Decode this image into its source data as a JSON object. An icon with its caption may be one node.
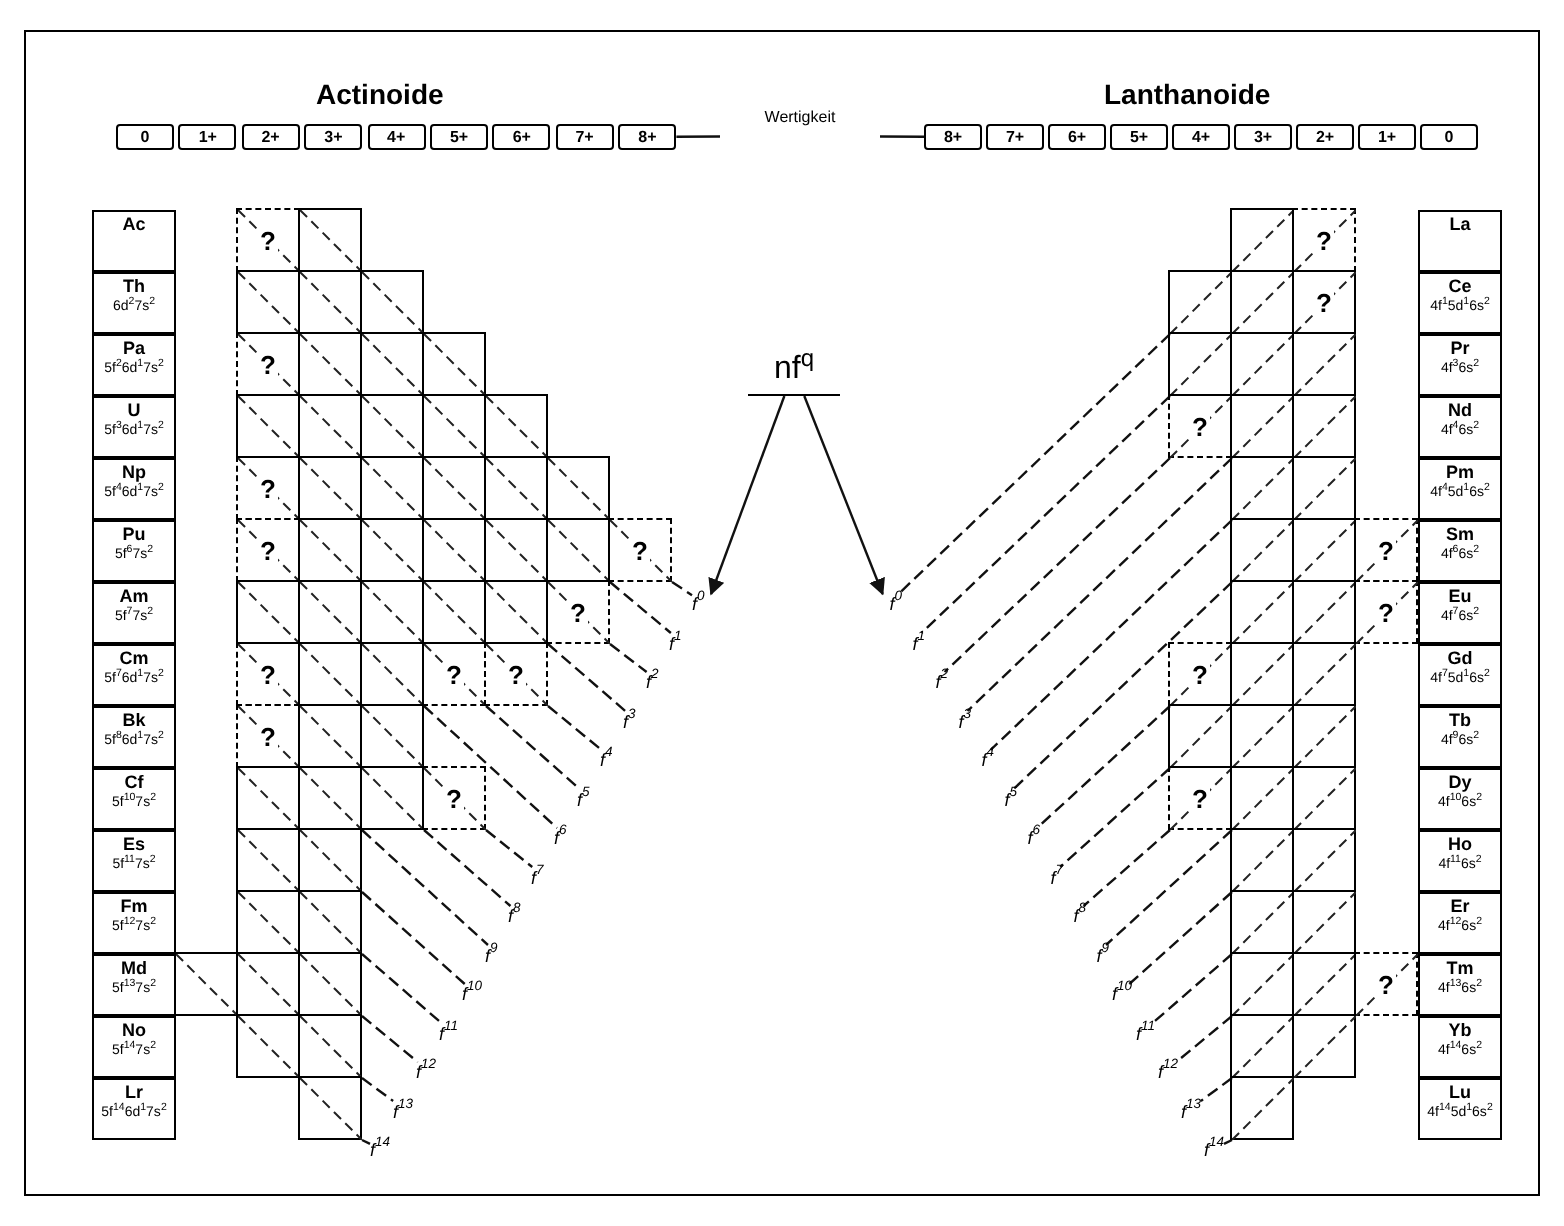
{
  "diagram": {
    "nodes": [
      {
        "text": [
          "0"
        ]
      },
      {
        "text": [
          "1+"
        ]
      },
      {
        "text": [
          "2+"
        ]
      },
      {
        "text": [
          "3+"
        ]
      },
      {
        "text": [
          "4+"
        ]
      },
      {
        "text": [
          "5+"
        ]
      },
      {
        "text": [
          "6+"
        ]
      },
      {
        "text": [
          "7+"
        ]
      },
      {
        "text": [
          "8+"
        ]
      },
      {
        "text": [
          "Wertigkeit"
        ]
      },
      {
        "text": [
          "8+"
        ]
      },
      {
        "text": [
          "7+"
        ]
      },
      {
        "text": [
          "6+"
        ]
      },
      {
        "text": [
          "5+"
        ]
      },
      {
        "text": [
          "4+"
        ]
      },
      {
        "text": [
          "3+"
        ]
      },
      {
        "text": [
          "2+"
        ]
      },
      {
        "text": [
          "1+"
        ]
      },
      {
        "text": [
          "0"
        ]
      },
      {
        "text": [
          "nf$^{q}$"
        ]
      },
      {
        "text": [
          "Ac"
        ]
      },
      {
        "text": [
          "Th",
          "6d$^{2}$7s$^{2}$"
        ]
      },
      {
        "text": [
          "Pa",
          "5f$^{2}$6d$^{1}$7s$^{2}$"
        ]
      },
      {
        "text": [
          "U",
          "5f$^{3}$6d$^{1}$7s$^{2}$"
        ]
      },
      {
        "text": [
          "Np",
          "5f$^{4}$6d$^{1}$7s$^{2}$"
        ]
      },
      {
        "text": [
          "Pu",
          "5f$^{6}$7s$^{2}$"
        ]
      },
      {
        "text": [
          "Am",
          "5f$^{7}$7s$^{2}$"
        ]
      },
      {
        "text": [
          "Cm",
          "5f$^{7}$6d$^{1}$7s$^{2}$"
        ]
      },
      {
        "text": [
          "Bk",
          "5f$^{8}$6d$^{1}$7s$^{2}$"
        ]
      },
      {
        "text": [
          "Cf",
          "5f$^{10}$7s$^{2}$"
        ]
      },
      {
        "text": [
          "Es",
          "5f$^{11}$7s$^{2}$"
        ]
      },
      {
        "text": [
          "Fm",
          "5f$^{12}$7s$^{2}$"
        ]
      },
      {
        "text": [
          "Md",
          "5f$^{13}$7s$^{2}$"
        ]
      },
      {
        "text": [
          "No",
          "5f$^{14}$7s$^{2}$"
        ]
      },
      {
        "text": [
          "Lr",
          "5f$^{14}$6d$^{1}$7s$^{2}$"
        ]
      },
      {
        "text": [
          "?"
        ]
      },
      {
        "text": [],
        "shape": "box"
      },
      {
        "text": [],
        "shape": "box"
      },
      {
        "text": [],
        "shape": "box"
      },
      {
        "text": [],
        "shape": "box"
      },
      {
        "text": [
          "?"
        ]
      },
      {
        "text": [],
        "shape": "box"
      },
      {
        "text": [],
        "shape": "box"
      },
      {
        "text": [],
        "shape": "box"
      },
      {
        "text": [],
        "shape": "box"
      },
      {
        "text": [],
        "shape": "box"
      },
      {
        "text": [],
        "shape": "box"
      },
      {
        "text": [],
        "shape": "box"
      },
      {
        "text": [],
        "shape": "box"
      },
      {
        "text": [
          "?"
        ]
      },
      {
        "text": [],
        "shape": "box"
      },
      {
        "text": [],
        "shape": "box"
      },
      {
        "text": [],
        "shape": "box"
      },
      {
        "text": [],
        "shape": "box"
      },
      {
        "text": [],
        "shape": "box"
      },
      {
        "text": [
          "?"
        ]
      },
      {
        "text": [],
        "shape": "box"
      },
      {
        "text": [],
        "shape": "box"
      },
      {
        "text": [],
        "shape": "box"
      },
      {
        "text": [],
        "shape": "box"
      },
      {
        "text": [],
        "shape": "box"
      },
      {
        "text": [
          "?"
        ]
      },
      {
        "text": [],
        "shape": "box"
      },
      {
        "text": [],
        "shape": "box"
      },
      {
        "text": [],
        "shape": "box"
      },
      {
        "text": [],
        "shape": "box"
      },
      {
        "text": [],
        "shape": "box"
      },
      {
        "text": [
          "?"
        ]
      },
      {
        "text": [
          "?"
        ]
      },
      {
        "text": [],
        "shape": "box"
      },
      {
        "text": [],
        "shape": "box"
      },
      {
        "text": [
          "?"
        ]
      },
      {
        "text": [
          "?"
        ]
      },
      {
        "text": [
          "?"
        ]
      },
      {
        "text": [],
        "shape": "box"
      },
      {
        "text": [],
        "shape": "box"
      },
      {
        "text": [],
        "shape": "box"
      },
      {
        "text": [],
        "shape": "box"
      },
      {
        "text": [],
        "shape": "box"
      },
      {
        "text": [
          "?"
        ]
      },
      {
        "text": [],
        "shape": "box"
      },
      {
        "text": [],
        "shape": "box"
      },
      {
        "text": [],
        "shape": "box"
      },
      {
        "text": [],
        "shape": "box"
      },
      {
        "text": [],
        "shape": "box"
      },
      {
        "text": [],
        "shape": "box"
      },
      {
        "text": [],
        "shape": "box"
      },
      {
        "text": [],
        "shape": "box"
      },
      {
        "text": [],
        "shape": "box"
      },
      {
        "text": [],
        "shape": "box"
      },
      {
        "text": [],
        "shape": "box"
      },
      {
        "text": [
          "?"
        ]
      },
      {
        "text": [],
        "shape": "box"
      },
      {
        "text": [],
        "shape": "box"
      },
      {
        "text": [
          "?"
        ]
      },
      {
        "text": [],
        "shape": "box"
      },
      {
        "text": [],
        "shape": "box"
      },
      {
        "text": [],
        "shape": "box"
      },
      {
        "text": [
          "?"
        ]
      },
      {
        "text": [],
        "shape": "box"
      },
      {
        "text": [],
        "shape": "box"
      },
      {
        "text": [],
        "shape": "box"
      },
      {
        "text": [],
        "shape": "box"
      },
      {
        "text": [],
        "shape": "box"
      },
      {
        "text": [],
        "shape": "box"
      },
      {
        "text": [
          "?"
        ]
      },
      {
        "text": [],
        "shape": "box"
      },
      {
        "text": [],
        "shape": "box"
      },
      {
        "text": [
          "?"
        ]
      },
      {
        "text": [
          "?"
        ]
      },
      {
        "text": [],
        "shape": "box"
      },
      {
        "text": [],
        "shape": "box"
      },
      {
        "text": [],
        "shape": "box"
      },
      {
        "text": [],
        "shape": "box"
      },
      {
        "text": [],
        "shape": "box"
      },
      {
        "text": [
          "?"
        ]
      },
      {
        "text": [],
        "shape": "box"
      },
      {
        "text": [],
        "shape": "box"
      },
      {
        "text": [],
        "shape": "box"
      },
      {
        "text": [],
        "shape": "box"
      },
      {
        "text": [],
        "shape": "box"
      },
      {
        "text": [],
        "shape": "box"
      },
      {
        "text": [],
        "shape": "box"
      },
      {
        "text": [],
        "shape": "box"
      },
      {
        "text": [
          "?"
        ]
      },
      {
        "text": [],
        "shape": "box"
      },
      {
        "text": [],
        "shape": "box"
      },
      {
        "text": [],
        "shape": "box"
      },
      {
        "text": [
          "La"
        ]
      },
      {
        "text": [
          "Ce",
          "4f$^{1}$5d$^{1}$6s$^{2}$"
        ]
      },
      {
        "text": [
          "Pr",
          "4f$^{3}$6s$^{2}$"
        ]
      },
      {
        "text": [
          "Nd",
          "4f$^{4}$6s$^{2}$"
        ]
      },
      {
        "text": [
          "Pm",
          "4f$^{4}$5d$^{1}$6s$^{2}$"
        ]
      },
      {
        "text": [
          "Sm",
          "4f$^{6}$6s$^{2}$"
        ]
      },
      {
        "text": [
          "Eu",
          "4f$^{7}$6s$^{2}$"
        ]
      },
      {
        "text": [
          "Gd",
          "4f$^{7}$5d$^{1}$6s$^{2}$"
        ]
      },
      {
        "text": [
          "Tb",
          "4f$^{9}$6s$^{2}$"
        ]
      },
      {
        "text": [
          "Dy",
          "4f$^{10}$6s$^{2}$"
        ]
      },
      {
        "text": [
          "Ho",
          "4f$^{11}$6s$^{2}$"
        ]
      },
      {
        "text": [
          "Er",
          "4f$^{12}$6s$^{2}$"
        ]
      },
      {
        "text": [
          "Tm",
          "4f$^{13}$6s$^{2}$"
        ]
      },
      {
        "text": [
          "Yb",
          "4f$^{14}$6s$^{2}$"
        ]
      },
      {
        "text": [
          "Lu",
          "4f$^{14}$5d$^{1}$6s$^{2}$"
        ]
      },
      {
        "text": [
          "f$^{0}$"
        ]
      },
      {
        "text": [
          "f$^{1}$"
        ]
      },
      {
        "text": [
          "f$^{2}$"
        ]
      },
      {
        "text": [
          "f$^{3}$"
        ]
      },
      {
        "text": [
          "f$^{4}$"
        ]
      },
      {
        "text": [
          "f$^{5}$"
        ]
      },
      {
        "text": [
          "f$^{6}$"
        ]
      },
      {
        "text": [
          "f$^{7}$"
        ]
      },
      {
        "text": [
          "f$^{8}$"
        ]
      },
      {
        "text": [
          "f$^{9}$"
        ]
      },
      {
        "text": [
          "f$^{10}$"
        ]
      },
      {
        "text": [
          "f$^{11}$"
        ]
      },
      {
        "text": [
          "f$^{12}$"
        ]
      },
      {
        "text": [
          "f$^{13}$"
        ]
      },
      {
        "text": [
          "f$^{14}$"
        ]
      },
      {
        "text": [
          "f$^{0}$"
        ]
      },
      {
        "text": [
          "f$^{1}$"
        ]
      },
      {
        "text": [
          "f$^{2}$"
        ]
      },
      {
        "text": [
          "f$^{3}$"
        ]
      },
      {
        "text": [
          "f$^{4}$"
        ]
      },
      {
        "text": [
          "f$^{5}$"
        ]
      },
      {
        "text": [
          "f$^{6}$"
        ]
      },
      {
        "text": [
          "f$^{7}$"
        ]
      },
      {
        "text": [
          "f$^{8}$"
        ]
      },
      {
        "text": [
          "f$^{9}$"
        ]
      },
      {
        "text": [
          "f$^{10}$"
        ]
      },
      {
        "text": [
          "f$^{11}$"
        ]
      },
      {
        "text": [
          "f$^{12}$"
        ]
      },
      {
        "text": [
          "f$^{13}$"
        ]
      },
      {
        "text": [
          "f$^{14}$"
        ]
      }
    ],
    "edges": [
      {
        "from": 9,
        "to": 8,
        "arrow": "none"
      },
      {
        "from": 9,
        "to": 10,
        "arrow": "none"
      },
      {
        "from": 19,
        "to": 143,
        "arrow": "to"
      },
      {
        "from": 19,
        "to": 158,
        "arrow": "to"
      },
      {
        "from": 61,
        "to": 143,
        "arrow": "none",
        "style": "dashed"
      },
      {
        "from": 60,
        "to": 144,
        "arrow": "none",
        "style": "dashed"
      },
      {
        "from": 67,
        "to": 145,
        "arrow": "none",
        "style": "dashed"
      },
      {
        "from": 66,
        "to": 146,
        "arrow": "none",
        "style": "dashed"
      },
      {
        "from": 72,
        "to": 147,
        "arrow": "none",
        "style": "dashed"
      },
      {
        "from": 71,
        "to": 148,
        "arrow": "none",
        "style": "dashed"
      },
      {
        "from": 70,
        "to": 149,
        "arrow": "none",
        "style": "dashed"
      },
      {
        "from": 79,
        "to": 150,
        "arrow": "none",
        "style": "dashed"
      },
      {
        "from": 78,
        "to": 151,
        "arrow": "none",
        "style": "dashed"
      },
      {
        "from": 77,
        "to": 152,
        "arrow": "none",
        "style": "dashed"
      },
      {
        "from": 81,
        "to": 153,
        "arrow": "none",
        "style": "dashed"
      },
      {
        "from": 83,
        "to": 154,
        "arrow": "none",
        "style": "dashed"
      },
      {
        "from": 86,
        "to": 155,
        "arrow": "none",
        "style": "dashed"
      },
      {
        "from": 88,
        "to": 156,
        "arrow": "none",
        "style": "dashed"
      },
      {
        "from": 89,
        "to": 157,
        "arrow": "none",
        "style": "dashed"
      },
      {
        "from": 92,
        "to": 158,
        "arrow": "none",
        "style": "dashed"
      },
      {
        "from": 95,
        "to": 159,
        "arrow": "none",
        "style": "dashed"
      },
      {
        "from": 98,
        "to": 160,
        "arrow": "none",
        "style": "dashed"
      },
      {
        "from": 99,
        "to": 161,
        "arrow": "none",
        "style": "dashed"
      },
      {
        "from": 101,
        "to": 162,
        "arrow": "none",
        "style": "dashed"
      },
      {
        "from": 103,
        "to": 163,
        "arrow": "none",
        "style": "dashed"
      },
      {
        "from": 109,
        "to": 164,
        "arrow": "none",
        "style": "dashed"
      },
      {
        "from": 112,
        "to": 165,
        "arrow": "none",
        "style": "dashed"
      },
      {
        "from": 115,
        "to": 166,
        "arrow": "none",
        "style": "dashed"
      },
      {
        "from": 116,
        "to": 167,
        "arrow": "none",
        "style": "dashed"
      },
      {
        "from": 118,
        "to": 168,
        "arrow": "none",
        "style": "dashed"
      },
      {
        "from": 120,
        "to": 169,
        "arrow": "none",
        "style": "dashed"
      },
      {
        "from": 122,
        "to": 170,
        "arrow": "none",
        "style": "dashed"
      },
      {
        "from": 125,
        "to": 171,
        "arrow": "none",
        "style": "dashed"
      },
      {
        "from": 127,
        "to": 172,
        "arrow": "none",
        "style": "dashed"
      }
    ],
    "labels": [
      "Actinoide",
      "Lanthanoide"
    ]
  }
}
